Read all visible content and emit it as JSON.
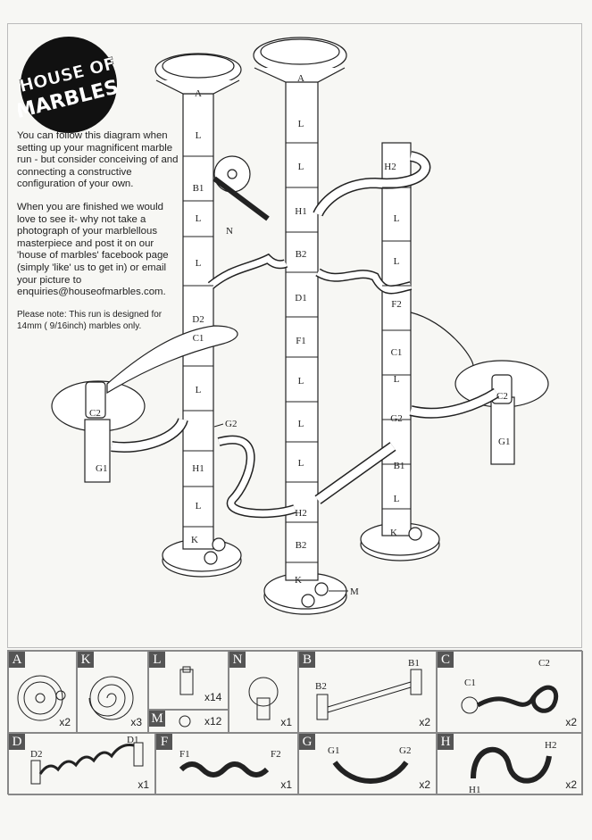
{
  "logo": {
    "line1": "HOUSE OF",
    "line2": "MARBLES"
  },
  "intro": {
    "p1": "You can follow this diagram when setting up your magnificent marble run - but consider conceiving of and connecting a constructive configuration of your own.",
    "p2": "When you are finished we would love to see it- why not take a photograph of your marblellous masterpiece and post it on our 'house of marbles' facebook page (simply 'like' us to get in) or email your picture to enquiries@houseofmarbles.com.",
    "note": "Please note: This run is designed for 14mm ( 9/16inch) marbles only."
  },
  "assembly": {
    "left_tower": [
      "A",
      "L",
      "B1",
      "L",
      "L",
      "D2",
      "C1",
      "L",
      "H1",
      "L",
      "K"
    ],
    "middle_tower": [
      "A",
      "L",
      "L",
      "H1",
      "B2",
      "D1",
      "F1",
      "L",
      "L",
      "L",
      "H2",
      "B2",
      "K"
    ],
    "right_tower": [
      "H2",
      "L",
      "L",
      "F2",
      "C1",
      "L",
      "G2",
      "B1",
      "L",
      "K"
    ],
    "side_labels": [
      "C2",
      "G1",
      "G2",
      "N",
      "C2",
      "G1",
      "M"
    ]
  },
  "parts": [
    {
      "letter": "A",
      "qty": "x2"
    },
    {
      "letter": "K",
      "qty": "x3"
    },
    {
      "letter": "L",
      "qty": "x14"
    },
    {
      "letter": "M",
      "qty": "x12"
    },
    {
      "letter": "N",
      "qty": "x1"
    },
    {
      "letter": "B",
      "qty": "x2",
      "sub": [
        "B1",
        "B2"
      ]
    },
    {
      "letter": "C",
      "qty": "x2",
      "sub": [
        "C1",
        "C2"
      ]
    },
    {
      "letter": "D",
      "qty": "x1",
      "sub": [
        "D1",
        "D2"
      ]
    },
    {
      "letter": "F",
      "qty": "x1",
      "sub": [
        "F1",
        "F2"
      ]
    },
    {
      "letter": "G",
      "qty": "x2",
      "sub": [
        "G1",
        "G2"
      ]
    },
    {
      "letter": "H",
      "qty": "x2",
      "sub": [
        "H1",
        "H2"
      ]
    }
  ]
}
